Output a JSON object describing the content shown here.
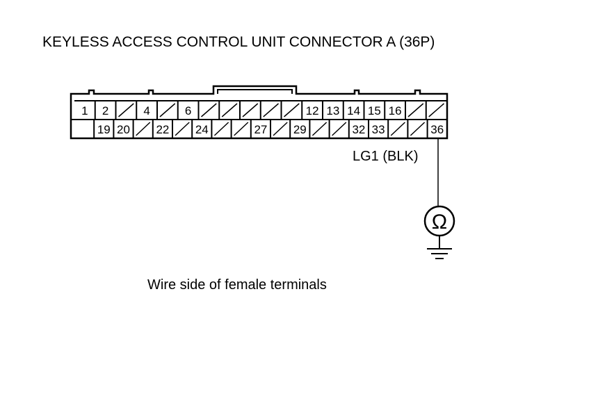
{
  "title": "KEYLESS ACCESS CONTROL UNIT CONNECTOR A (36P)",
  "connector": {
    "top_row": [
      "1",
      "2",
      "",
      "4",
      "",
      "6",
      "",
      "",
      "",
      "",
      "",
      "12",
      "13",
      "14",
      "15",
      "16",
      "",
      ""
    ],
    "bottom_row": [
      "",
      "19",
      "20",
      "",
      "22",
      "",
      "24",
      "",
      "",
      "27",
      "",
      "29",
      "",
      "",
      "32",
      "33",
      "",
      "",
      "36"
    ]
  },
  "wire_label": "LG1 (BLK)",
  "meter_symbol": "Ω",
  "caption": "Wire side of female terminals"
}
